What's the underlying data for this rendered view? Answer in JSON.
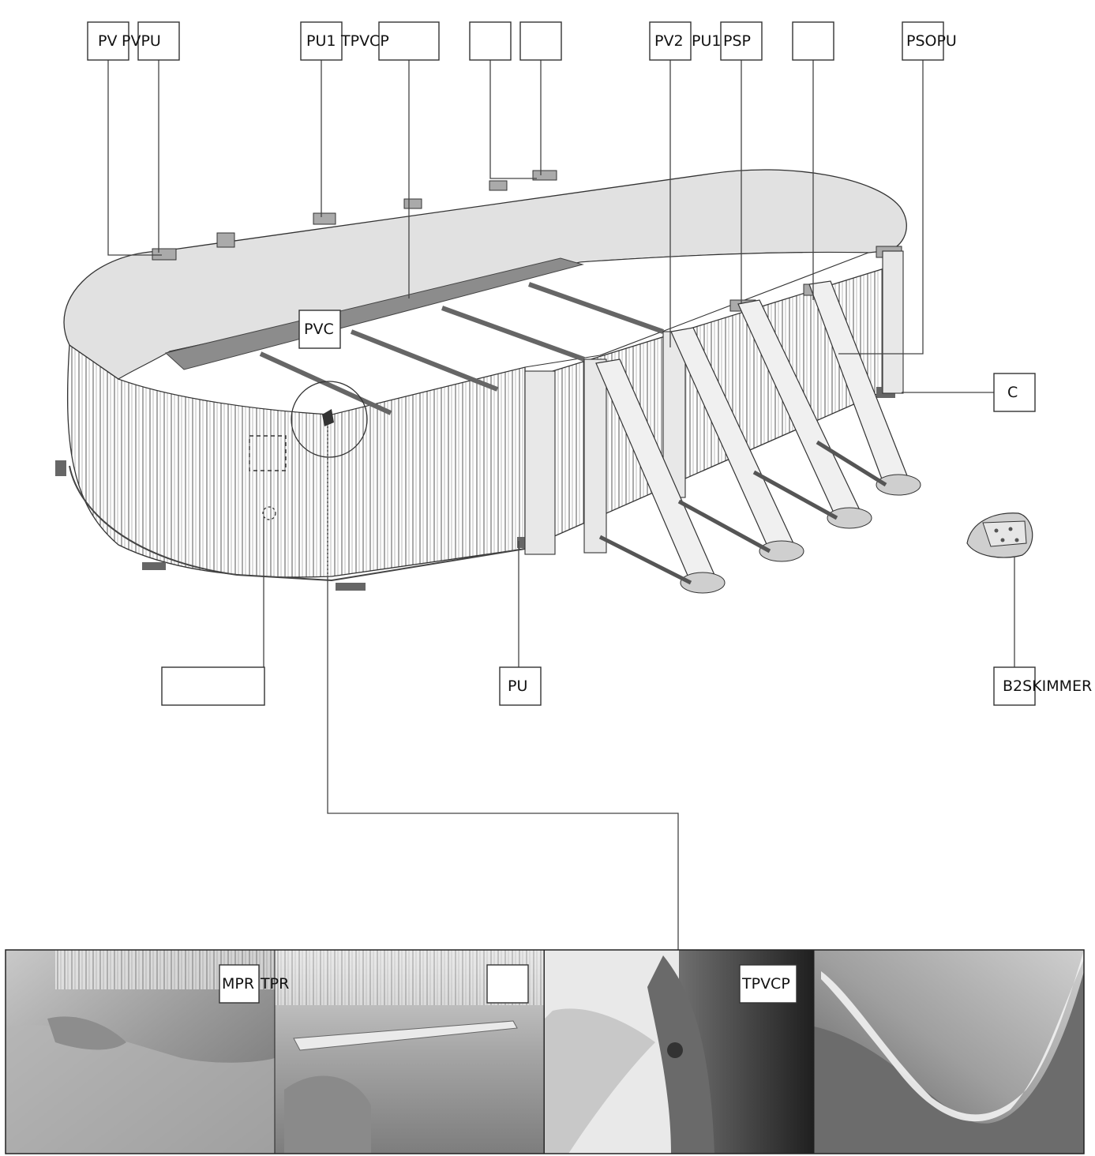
{
  "labels": {
    "pv": "PV",
    "pvpu": "PVPU",
    "pu1_top": "PU1",
    "tpvcp_top": "TPVCP",
    "pv2": "PV2",
    "pu1_right": "PU1",
    "psp": "PSP",
    "psopu": "PSOPU",
    "pvc": "PVC",
    "c": "C",
    "pu": "PU",
    "b2skimmer": "B2SKIMMER",
    "mpr": "MPR",
    "tpr": "TPR",
    "tpvcp_photo": "TPVCP"
  }
}
